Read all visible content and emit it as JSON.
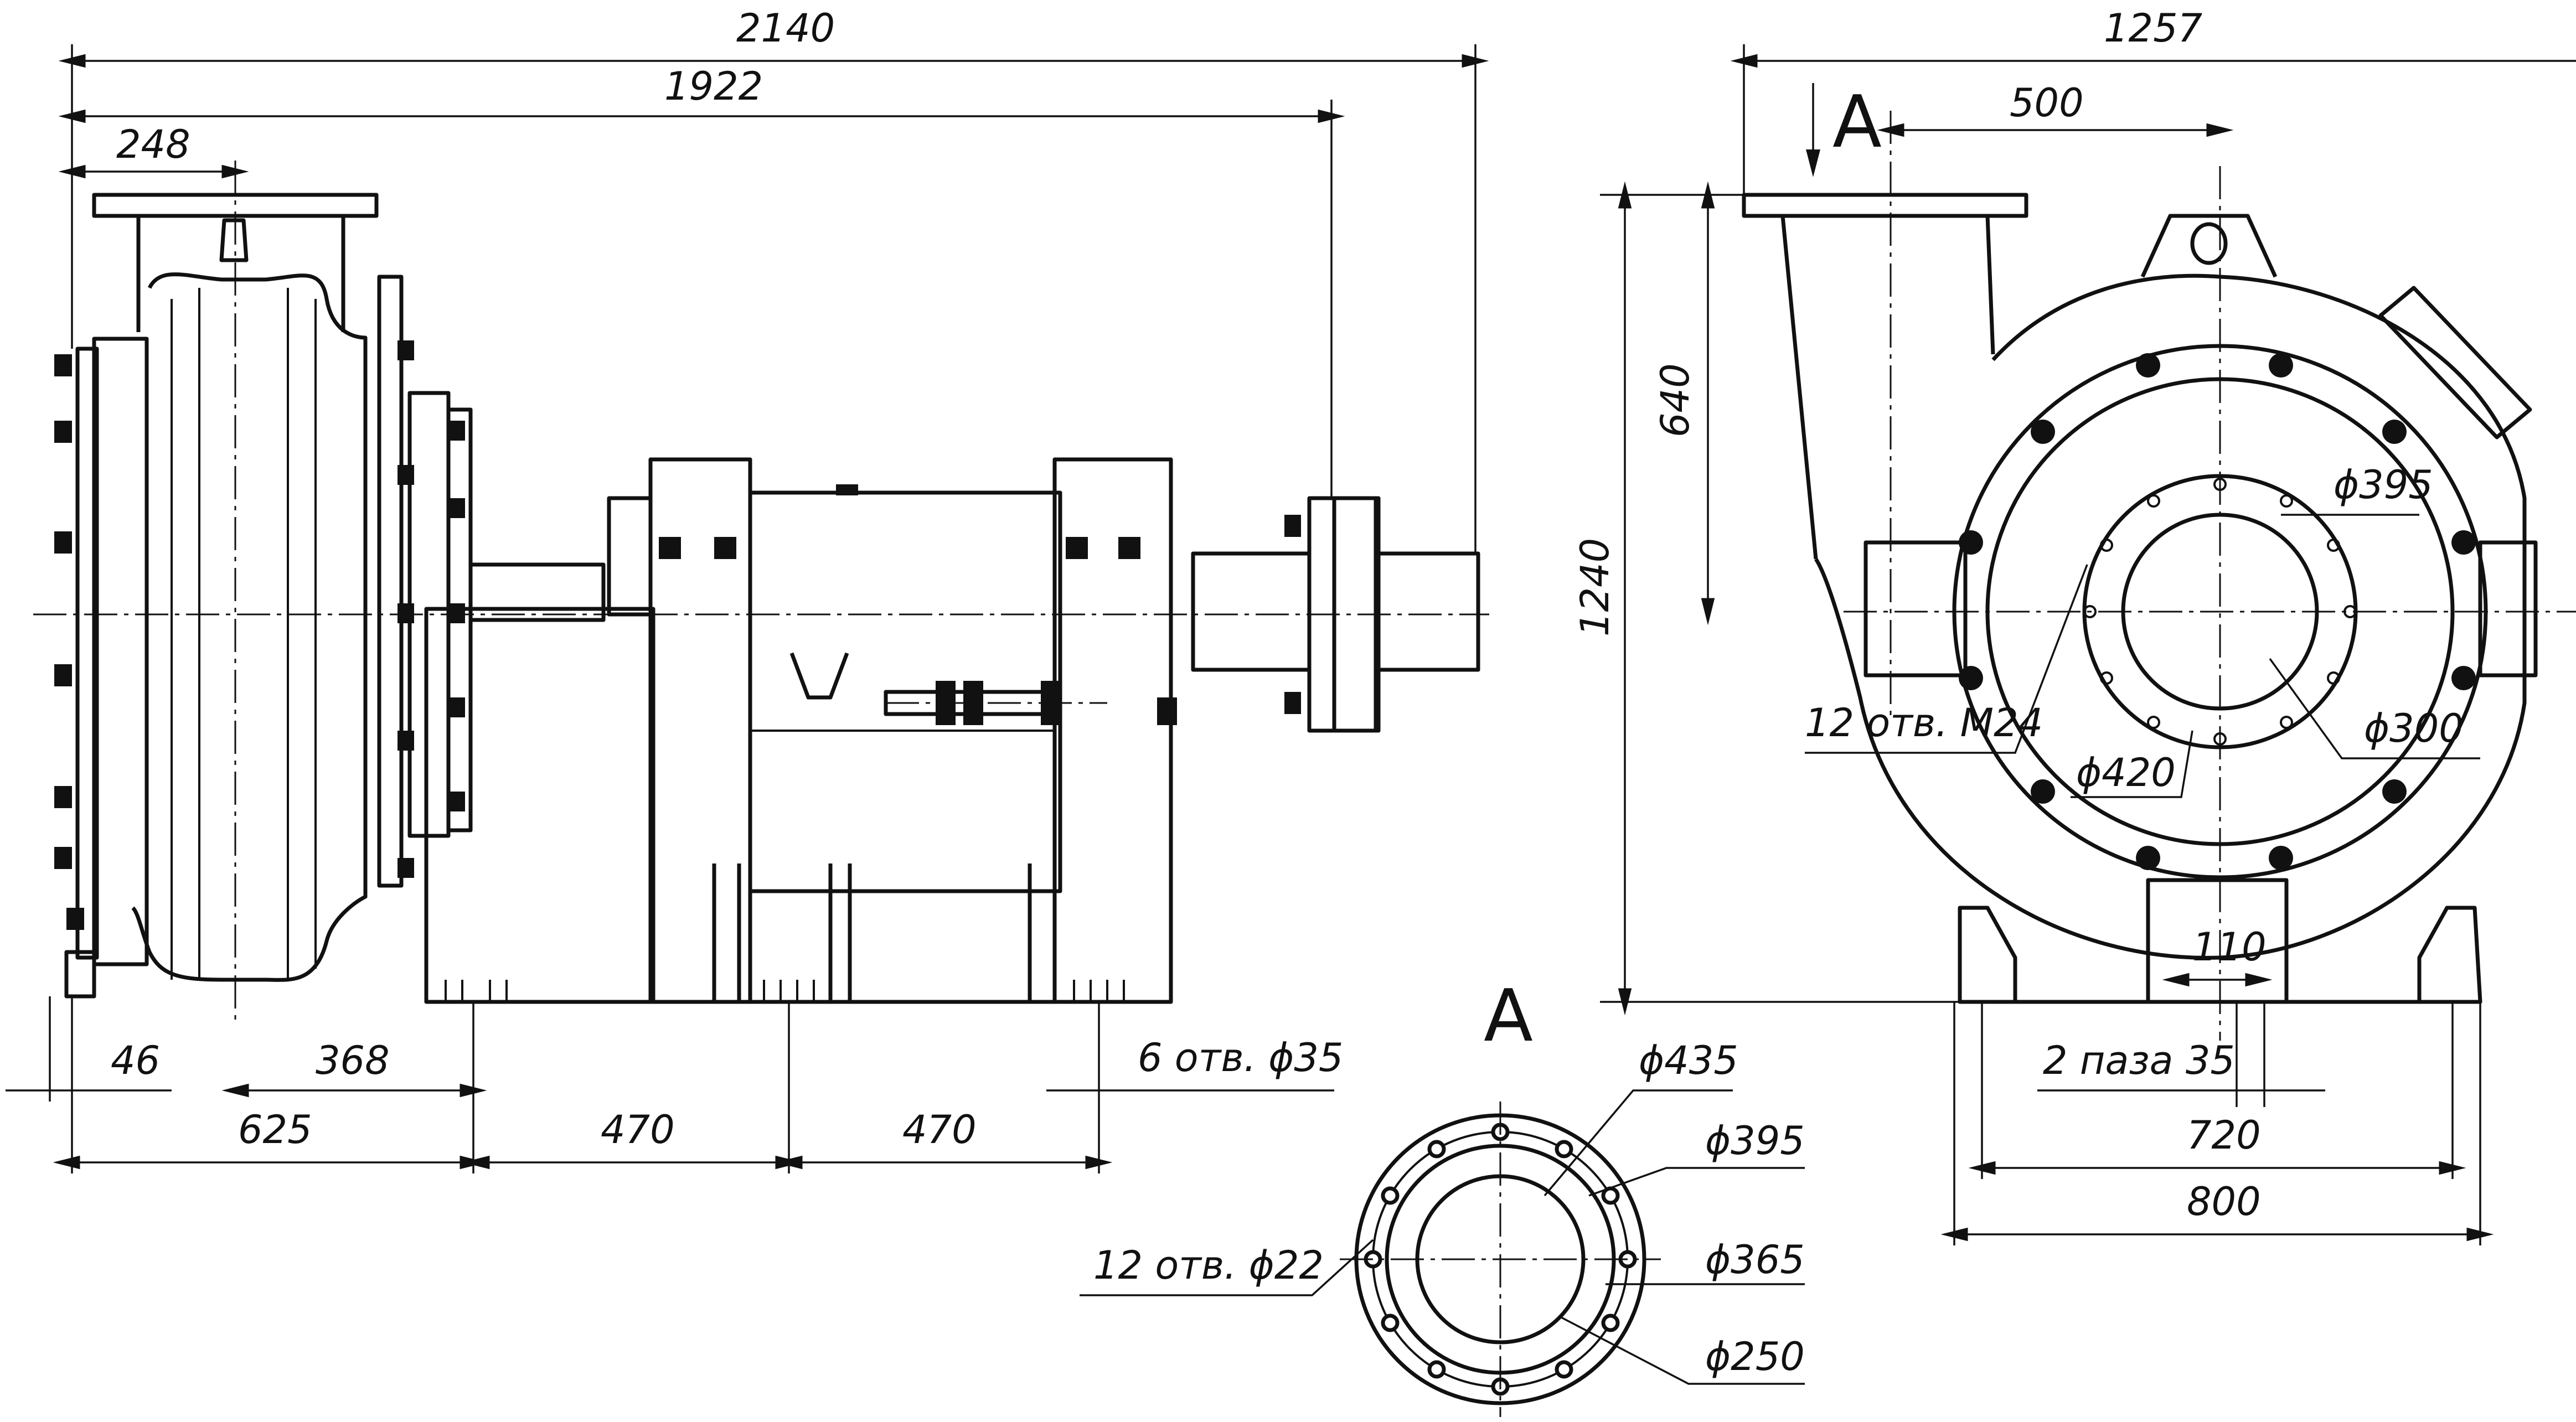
{
  "dimensions": {
    "overall_length": "2140",
    "length_to_coupling": "1922",
    "suction_offset": "248",
    "width_total": "1257",
    "discharge_offset": "500",
    "height_total": "1240",
    "axis_height": "640",
    "foot_left_offset": "46",
    "casing_to_foot": "368",
    "first_span": "625",
    "bolt_span_1": "470",
    "bolt_span_2": "470",
    "anchor_holes": "6 отв. ϕ35",
    "discharge_bolts": "12 отв. M24",
    "outlet_d1": "ϕ395",
    "outlet_d2": "ϕ420",
    "outlet_d3": "ϕ300",
    "slot_width": "110",
    "slots": "2 паза 35",
    "foot_span_inner": "720",
    "foot_span_outer": "800"
  },
  "view_a": {
    "section_label": "A",
    "view_label": "A",
    "holes": "12 отв. ϕ22",
    "d_outer": "ϕ435",
    "d_bolt": "ϕ395",
    "d_raised": "ϕ365",
    "d_bore": "ϕ250"
  }
}
